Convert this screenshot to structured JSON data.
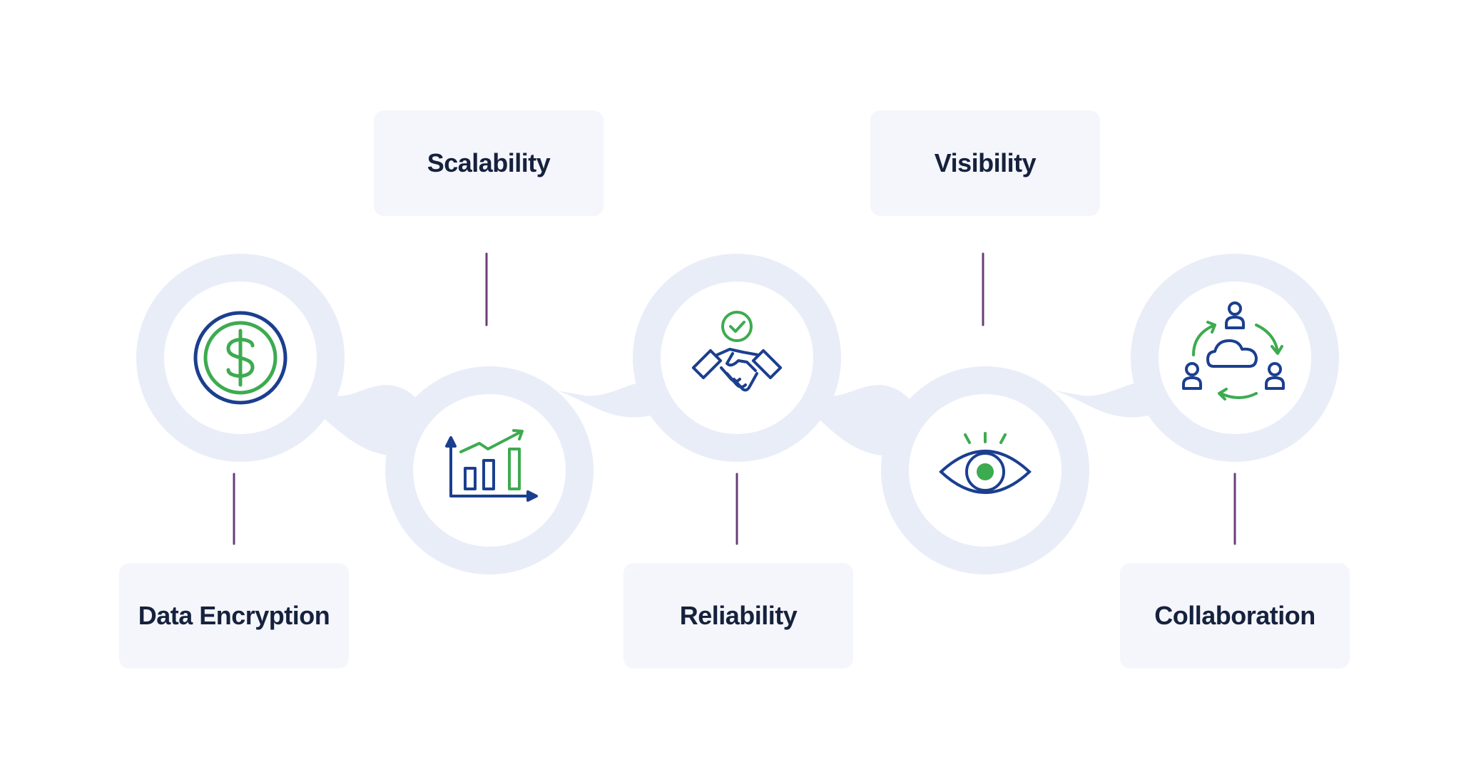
{
  "steps": [
    {
      "label": "Data Encryption",
      "icon": "dollar-coin-icon"
    },
    {
      "label": "Scalability",
      "icon": "growth-bar-chart-icon"
    },
    {
      "label": "Reliability",
      "icon": "handshake-check-icon"
    },
    {
      "label": "Visibility",
      "icon": "eye-icon"
    },
    {
      "label": "Collaboration",
      "icon": "cloud-team-cycle-icon"
    }
  ],
  "colors": {
    "track": "#e9edf8",
    "node_fill": "#ffffff",
    "box_fill": "#f4f6fb",
    "label_text": "#16213d",
    "connector": "#6a3d78",
    "icon_blue": "#1b3f8f",
    "icon_green": "#3dab4f"
  }
}
